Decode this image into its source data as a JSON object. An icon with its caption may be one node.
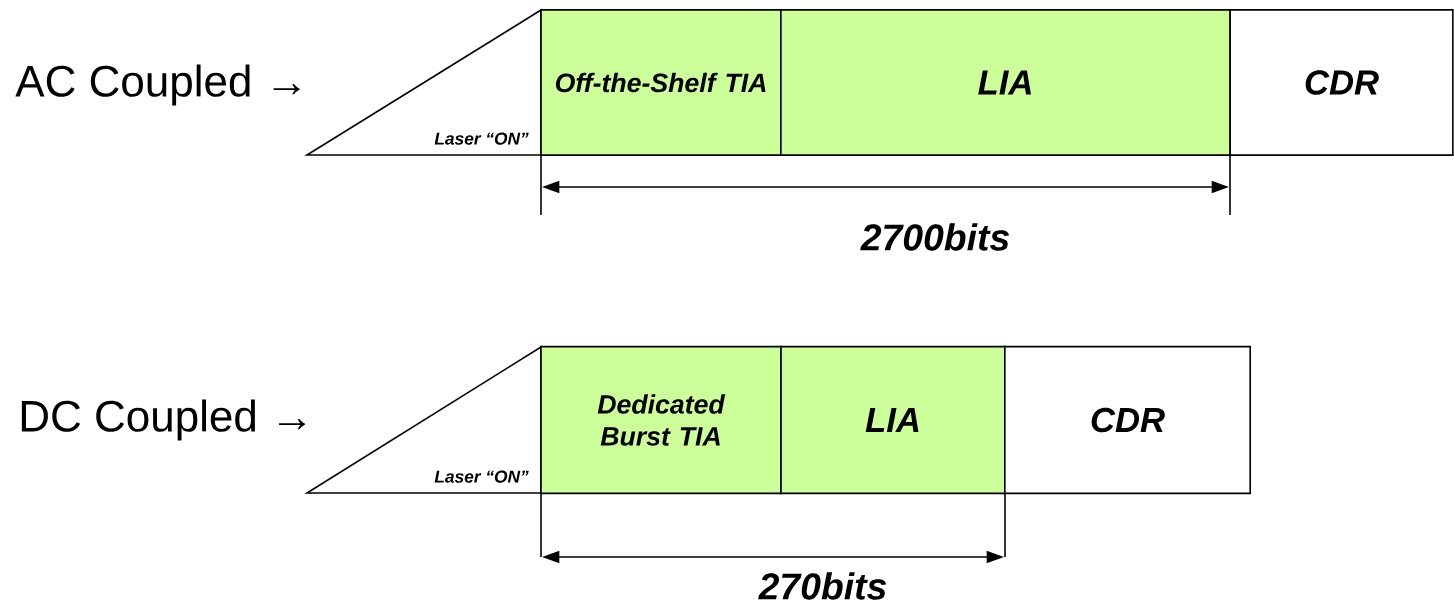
{
  "diagram": {
    "nodes": [
      {
        "text": [
          "Laser “ON”"
        ]
      },
      {
        "text": [
          "Off-the-Shelf TIA"
        ]
      },
      {
        "text": [
          "LIA"
        ]
      },
      {
        "text": [
          "CDR"
        ]
      },
      {
        "text": [
          "Laser “ON”"
        ]
      },
      {
        "text": [
          "Dedicated Burst TIA"
        ]
      },
      {
        "text": [
          "LIA"
        ]
      },
      {
        "text": [
          "CDR"
        ]
      }
    ],
    "labels": [
      "AC Coupled →",
      "2700bits",
      "DC Coupled →",
      "270bits"
    ]
  }
}
